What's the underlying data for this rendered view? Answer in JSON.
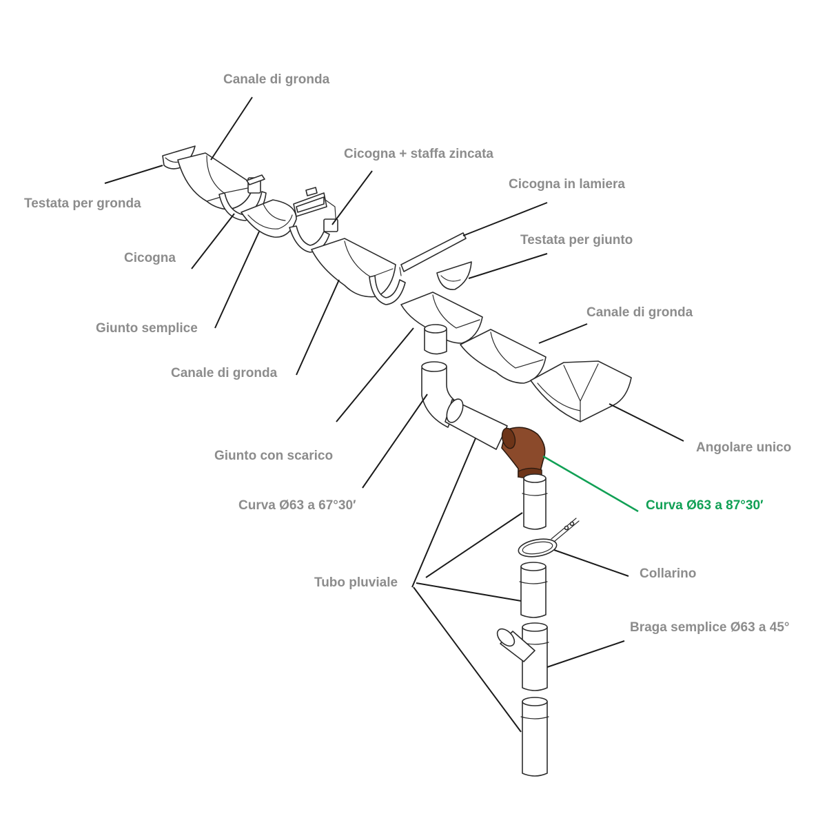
{
  "labels": {
    "canale_top": "Canale di gronda",
    "testata_gronda": "Testata per gronda",
    "cicogna_staffa": "Cicogna + staffa zincata",
    "cicogna_lamiera": "Cicogna in lamiera",
    "testata_giunto": "Testata per giunto",
    "cicogna": "Cicogna",
    "canale_right": "Canale di gronda",
    "giunto_semplice": "Giunto semplice",
    "canale_left": "Canale di gronda",
    "angolare": "Angolare unico",
    "giunto_scarico": "Giunto con scarico",
    "curva_67": "Curva Ø63 a 67°30′",
    "curva_87": "Curva Ø63 a 87°30′",
    "collarino": "Collarino",
    "tubo_pluviale": "Tubo pluviale",
    "braga": "Braga semplice Ø63 a 45°"
  },
  "colors": {
    "label_text": "#8c8c8c",
    "highlight": "#11a055",
    "highlight_part": "#8b4a2b",
    "line": "#1a1a1a"
  }
}
